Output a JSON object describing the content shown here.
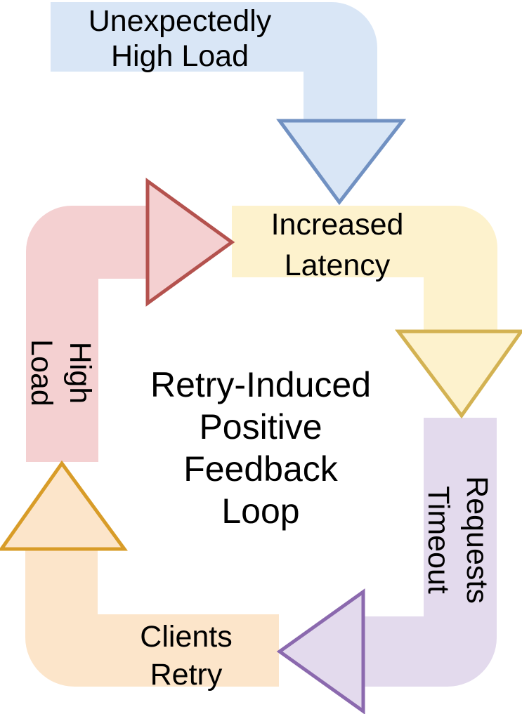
{
  "title": {
    "lines": [
      "Retry-Induced",
      "Positive",
      "Feedback",
      "Loop"
    ]
  },
  "nodes": {
    "unexpectedly_high_load": {
      "lines": [
        "Unexpectedly",
        "High Load"
      ]
    },
    "increased_latency": {
      "lines": [
        "Increased",
        "Latency"
      ]
    },
    "requests_timeout": {
      "lines": [
        "Requests",
        "Timeout"
      ]
    },
    "clients_retry": {
      "lines": [
        "Clients",
        "Retry"
      ]
    },
    "high_load": {
      "lines": [
        "High",
        "Load"
      ]
    }
  },
  "colors": {
    "background": "#ffffff",
    "text": "#000000",
    "blue": {
      "fill": "#d9e6f6",
      "stroke": "#7191c2"
    },
    "yellow": {
      "fill": "#fdf2cd",
      "stroke": "#d3b252"
    },
    "purple": {
      "fill": "#e3daed",
      "stroke": "#8b69ae"
    },
    "orange": {
      "fill": "#fce5ca",
      "stroke": "#d89c28"
    },
    "red": {
      "fill": "#f4d0d1",
      "stroke": "#b4524e"
    }
  }
}
